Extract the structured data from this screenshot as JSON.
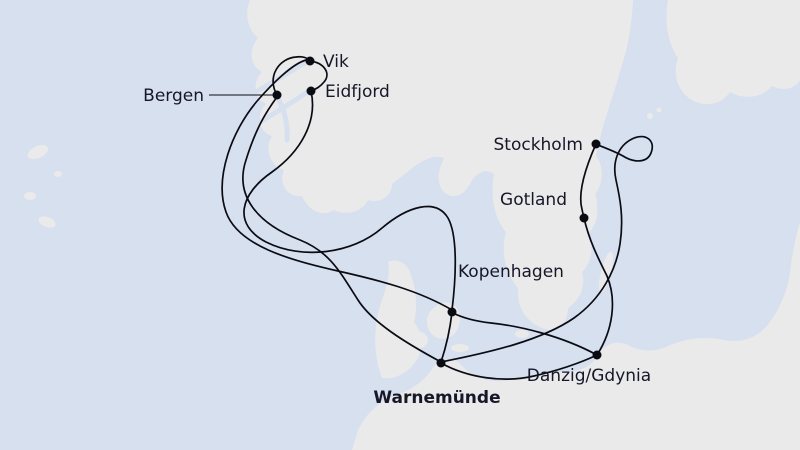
{
  "map": {
    "region": "Baltic Sea and Norway cruise route",
    "colors": {
      "sea": "#d7e0ee",
      "land": "#eaeaea",
      "route": "#0b0b14",
      "label": "#17172a"
    },
    "ports": [
      {
        "name": "Vik",
        "bold": false
      },
      {
        "name": "Bergen",
        "bold": false
      },
      {
        "name": "Eidfjord",
        "bold": false
      },
      {
        "name": "Stockholm",
        "bold": false
      },
      {
        "name": "Gotland",
        "bold": false
      },
      {
        "name": "Kopenhagen",
        "bold": false
      },
      {
        "name": "Warnemünde",
        "bold": true
      },
      {
        "name": "Danzig/Gdynia",
        "bold": false
      }
    ],
    "start_port": "Warnemünde"
  }
}
